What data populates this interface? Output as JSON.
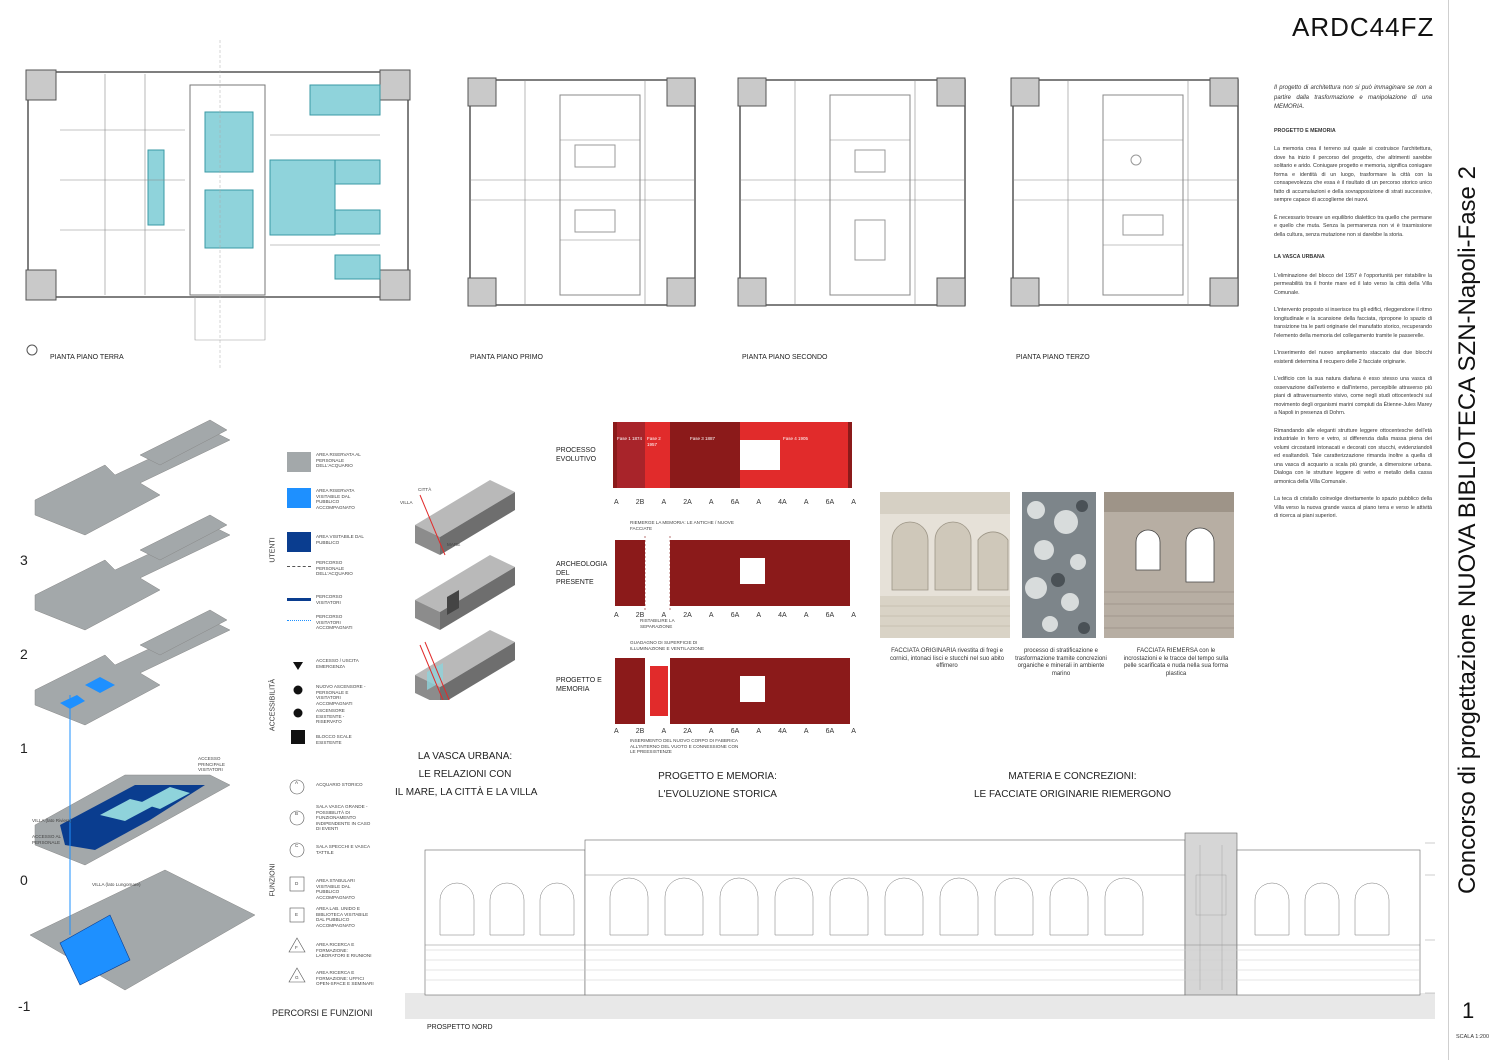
{
  "header": {
    "code": "ARDC44FZ"
  },
  "sidebar": {
    "title": "Concorso di progettazione NUOVA BIBLIOTECA SZN-Napoli-Fase 2",
    "page_number": "1",
    "scale": "SCALA 1:200"
  },
  "plans": [
    {
      "label": "PIANTA PIANO TERRA"
    },
    {
      "label": "PIANTA PIANO PRIMO"
    },
    {
      "label": "PIANTA PIANO SECONDO"
    },
    {
      "label": "PIANTA PIANO TERZO"
    }
  ],
  "text_column": {
    "intro": "Il progetto di architettura non si può immaginare se non a partire dalla trasformazione e manipolazione di una MEMORIA.",
    "h1": "PROGETTO E MEMORIA",
    "p1": "La memoria crea il terreno sul quale si costruisce l'architettura, dove ha inizio il percorso del progetto, che altrimenti sarebbe solitario e arido. Coniugare progetto e memoria, significa coniugare forma e identità di un luogo, trasformare la città con la consapevolezza che essa è il risultato di un percorso storico unico fatto di accumulazioni e della sovrapposizione di strati successive, sempre capace di accoglierne dei nuovi.",
    "p2": "È necessario trovare un equilibrio dialettico tra quello che permane e quello che muta. Senza la permanenza non vi è trasmissione della cultura, senza mutazione non si darebbe la storia.",
    "h2": "LA VASCA URBANA",
    "p3": "L'eliminazione del blocco del 1957 è l'opportunità per ristabilire la permeabilità tra il fronte mare ed il lato verso la città della Villa Comunale.",
    "p4": "L'intervento proposto si inserisce tra gli edifici, rileggendone il ritmo longitudinale e la scansione della facciata, ripropone lo spazio di transizione tra le parti originarie del manufatto storico, recuperando l'elemento della memoria del collegamento tramite le passerelle.",
    "p5": "L'inserimento del nuovo ampliamento staccato dai due blocchi esistenti determina il recupero delle 2 facciate originarie.",
    "p6": "L'edificio con la sua natura diafana è esso stesso una vasca di osservazione dall'esterno e dall'interno, percepibile attraverso più piani di attraversamento visivo, come negli studi ottocenteschi sul movimento degli organismi marini compiuti da Étienne-Jules Marey a Napoli in presenza di Dohrn.",
    "p7": "Rimandando alle eleganti strutture leggere ottocentesche dell'età industriale in ferro e vetro, si differenzia dalla massa piena dei volumi circostanti intonacati e decorati con stucchi, evidenziandoli ed esaltandoli. Tale caratterizzazione rimanda inoltre a quella di una vasca di acquario a scala più grande, a dimensione urbana. Dialoga con le strutture leggere di vetro e metallo della cassa armonica della Villa Comunale.",
    "p8": "La teca di cristallo coinvolge direttamente lo spazio pubblico della Villa verso la nuova grande vasca al piano terra e verso le attività di ricerca ai piani superiori."
  },
  "axo": {
    "floors": [
      "3",
      "2",
      "1",
      "0",
      "-1"
    ],
    "title": "PERCORSI E FUNZIONI",
    "labels": [
      "VILLA (lato Riviera)",
      "VILLA (lato Lungomare)",
      "ACCESSO AL PERSONALE",
      "ACCESSO PRINCIPALE VISITATORI"
    ]
  },
  "legend": {
    "group_users": "UTENTI",
    "group_access": "ACCESSIBILITÀ",
    "group_functions": "FUNZIONI",
    "users": [
      {
        "text": "AREA RISERVATA AL PERSONALE DELL'ACQUARIO"
      },
      {
        "text": "AREA RISERVATA VISITABILE DAL PUBBLICO ACCOMPAGNATO"
      },
      {
        "text": "AREA VISITABILE DAL PUBBLICO"
      },
      {
        "text": "PERCORSO PERSONALE DELL'ACQUARIO"
      },
      {
        "text": "PERCORSO VISITATORI"
      },
      {
        "text": "PERCORSO VISITATORI ACCOMPAGNATI"
      }
    ],
    "access": [
      {
        "text": "ACCESSO / USCITA EMERGENZA"
      },
      {
        "text": "NUOVO ASCENSORE - PERSONALE E VISITATORI ACCOMPAGNATI"
      },
      {
        "text": "ASCENSORE ESISTENTE - RISERVATO"
      },
      {
        "text": "BLOCCO SCALE ESISTENTE"
      }
    ],
    "functions": [
      {
        "key": "A",
        "text": "ACQUARIO STORICO"
      },
      {
        "key": "B",
        "text": "SALA VASCA GRANDE - POSSIBILITÀ DI FUNZIONAMENTO INDIPENDENTE IN CASO DI EVENTI"
      },
      {
        "key": "C",
        "text": "SALA SPECCHI E VASCA TATTILE"
      },
      {
        "key": "D",
        "text": "AREA STABULARI VISITABILE DAL PUBBLICO ACCOMPAGNATO"
      },
      {
        "key": "E",
        "text": "AREA LAB. UNIDO E BIBLIOTECA VISITABILE DAL PUBBLICO ACCOMPAGNATO"
      },
      {
        "key": "F",
        "text": "AREA RICERCA E FORMAZIONE: LABORATORI E RIUNIONI"
      },
      {
        "key": "G",
        "text": "AREA RICERCA E FORMAZIONE: UFFICI OPEN-SPACE E SEMINARI"
      }
    ]
  },
  "vasca": {
    "title_lines": [
      "LA VASCA URBANA:",
      "LE RELAZIONI CON",
      "IL MARE, LA CITTÀ E LA VILLA"
    ],
    "labels": {
      "citta": "CITTÀ",
      "villa": "VILLA",
      "mare": "MARE"
    }
  },
  "evolution": {
    "rows": [
      {
        "label": "PROCESSO EVOLUTIVO"
      },
      {
        "label": "ARCHEOLOGIA DEL PRESENTE"
      },
      {
        "label": "PROGETTO E MEMORIA"
      }
    ],
    "notes": {
      "riemerge": "RIEMERGE LA MEMORIA: LE ANTICHE / NUOVE FACCIATE",
      "ristabilire": "RISTABILIRE LA SEPARAZIONE",
      "guadagno": "GUADAGNO DI SUPERFICIE DI ILLUMINAZIONE E VENTILAZIONE",
      "inserimento": "INSERIMENTO DEL NUOVO CORPO DI FABBRICA ALL'INTERNO DEL VUOTO E CONNESSIONE CON LE PREESISTENZE"
    },
    "phases": [
      "Fase 1 1874",
      "Fase 2 1957",
      "Fase 3 1887",
      "Fase 4 1905"
    ],
    "axis_ticks": [
      "A",
      "2B",
      "A",
      "2A",
      "A",
      "6A",
      "A",
      "4A",
      "A",
      "6A",
      "A"
    ],
    "title_lines": [
      "PROGETTO E MEMORIA:",
      "L'EVOLUZIONE STORICA"
    ]
  },
  "materia": {
    "captions": [
      "FACCIATA ORIGINARIA rivestita di fregi e cornici, intonaci lisci e stucchi nel suo abito effimero",
      "processo di stratificazione e trasformazione tramite concrezioni organiche e minerali in ambiente marino",
      "FACCIATA RIEMERSA con le incrostazioni e le tracce del tempo sulla pelle scarificata e nuda nella sua forma plastica"
    ],
    "title_lines": [
      "MATERIA E CONCREZIONI:",
      "LE FACCIATE ORIGINARIE RIEMERGONO"
    ]
  },
  "elevation": {
    "label": "PROSPETTO NORD"
  },
  "colors": {
    "grey": "#a3a8aa",
    "light_blue": "#1e90ff",
    "dark_blue": "#0a3d8f",
    "dark_red": "#8b1a1a",
    "mid_red": "#a8242a",
    "red": "#e12b2b",
    "cyan": "#8fd3db"
  }
}
